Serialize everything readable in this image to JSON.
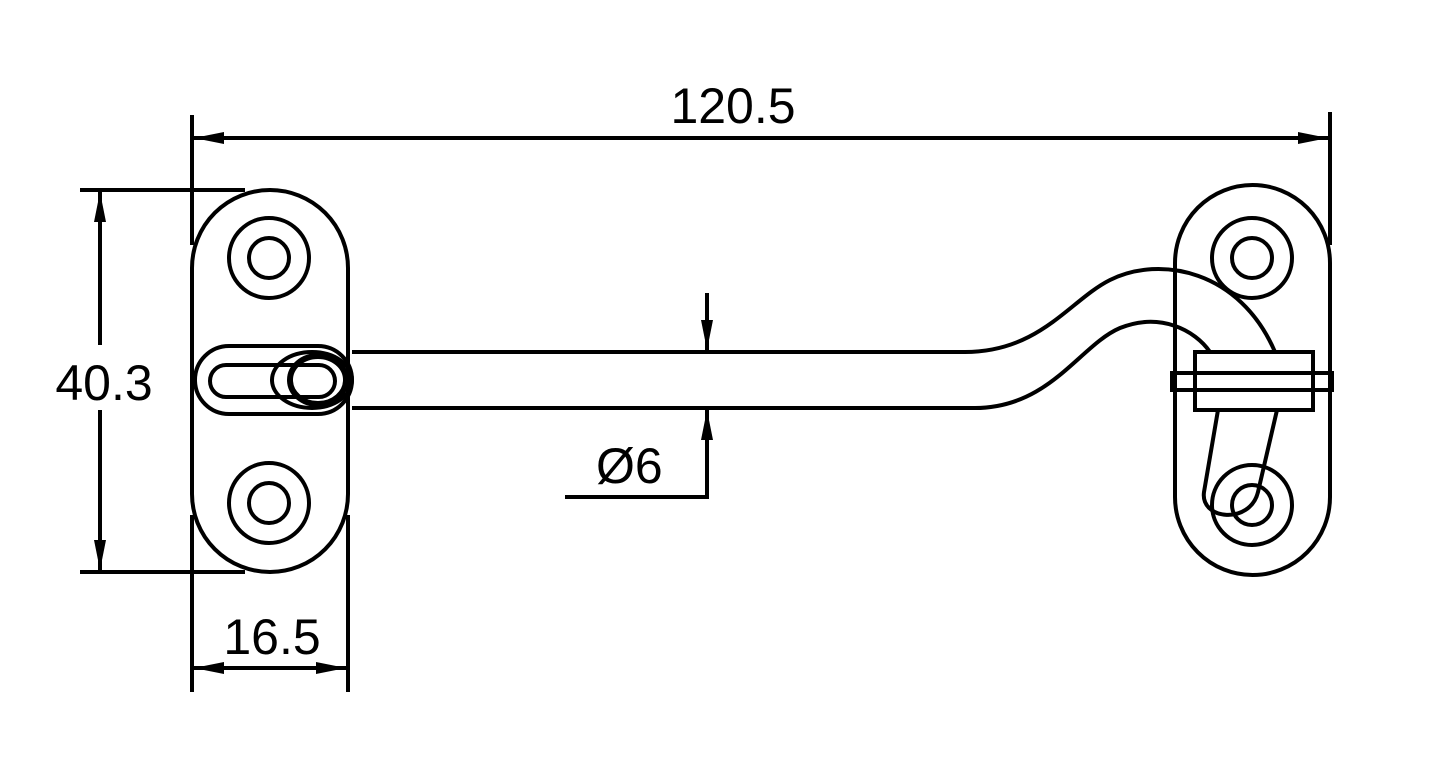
{
  "drawing": {
    "title": "Hook and eye latch dimension drawing",
    "dimensions": {
      "overall_length": "120.5",
      "plate_height": "40.3",
      "plate_width": "16.5",
      "rod_diameter": "6"
    },
    "diameter_symbol": "Ø",
    "line_color": "#000000",
    "background_color": "#ffffff"
  }
}
